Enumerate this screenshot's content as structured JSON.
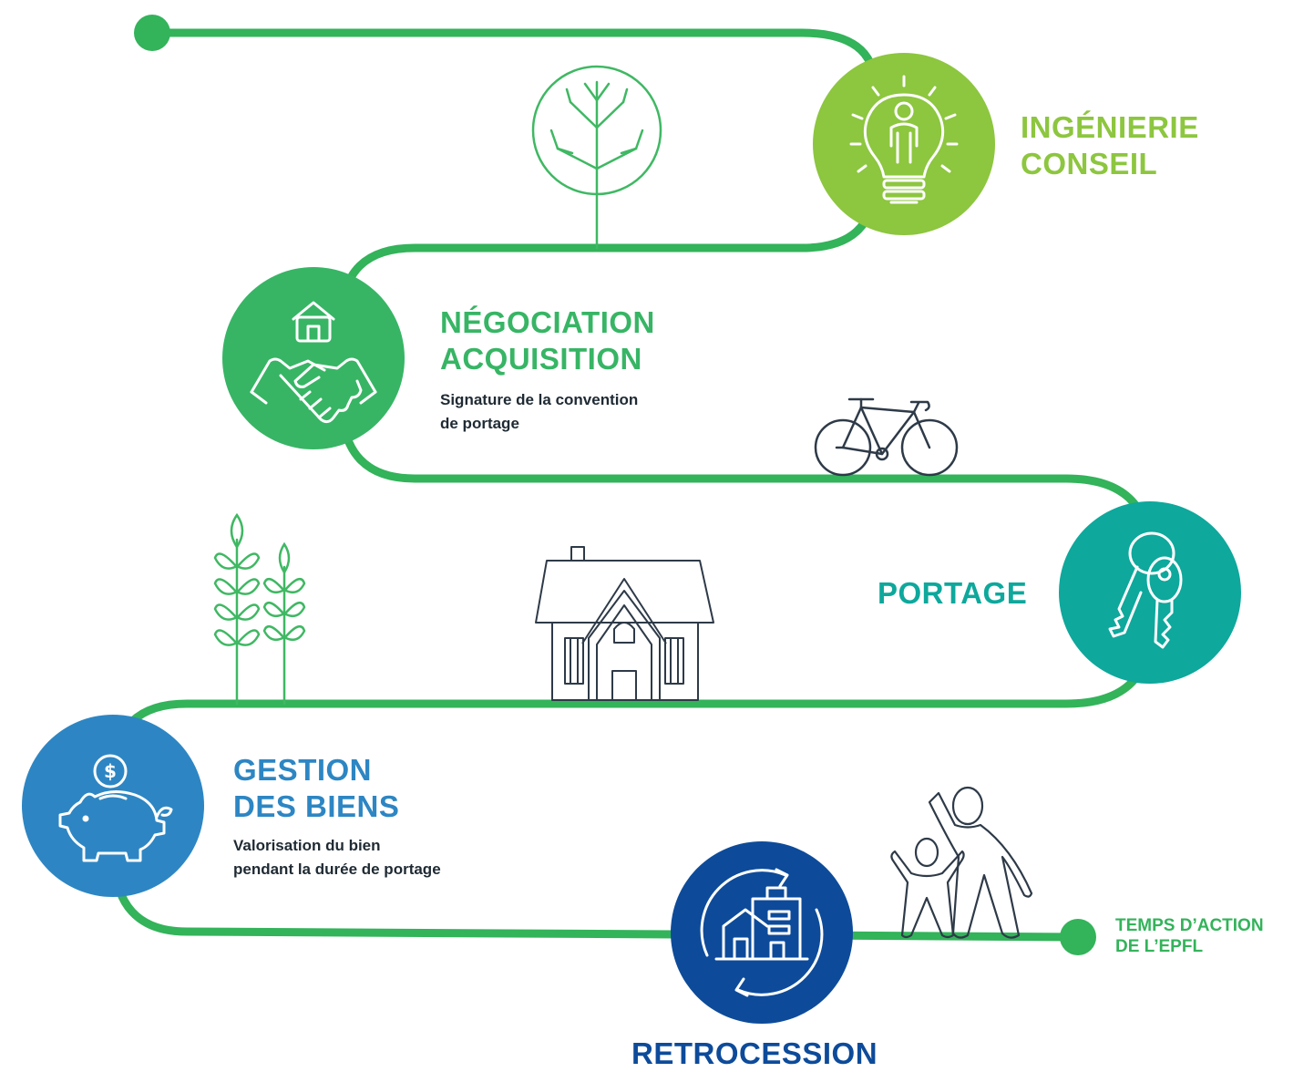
{
  "colors": {
    "path": "#33b35a",
    "lime": "#8dc63f",
    "green": "#37b565",
    "teal": "#0ea89c",
    "blue": "#2d86c3",
    "navy": "#0d4b9a",
    "outline_green": "#3fb863",
    "outline_dark": "#2e3a48",
    "text_dark": "#1f2a33"
  },
  "icons": {
    "start": "start-dot",
    "ingenierie": "lightbulb-person-icon",
    "negociation": "handshake-house-icon",
    "portage": "keys-icon",
    "gestion": "piggy-bank-icon",
    "retrocession": "building-cycle-icon",
    "decor": [
      "tree-icon",
      "bicycle-icon",
      "wheat-icon",
      "house-icon",
      "family-icon"
    ]
  },
  "steps": {
    "ingenierie": {
      "title_line1": "INGÉNIERIE",
      "title_line2": "CONSEIL"
    },
    "negociation": {
      "title_line1": "NÉGOCIATION",
      "title_line2": "ACQUISITION",
      "desc_line1": "Signature de la convention",
      "desc_line2": "de portage"
    },
    "portage": {
      "title": "PORTAGE"
    },
    "gestion": {
      "title_line1": "GESTION",
      "title_line2": "DES BIENS",
      "desc_line1": "Valorisation du bien",
      "desc_line2": "pendant la durée de portage"
    },
    "retrocession": {
      "title": "RETROCESSION"
    }
  },
  "end_label": {
    "line1": "TEMPS D’ACTION",
    "line2": "DE L’EPFL"
  }
}
